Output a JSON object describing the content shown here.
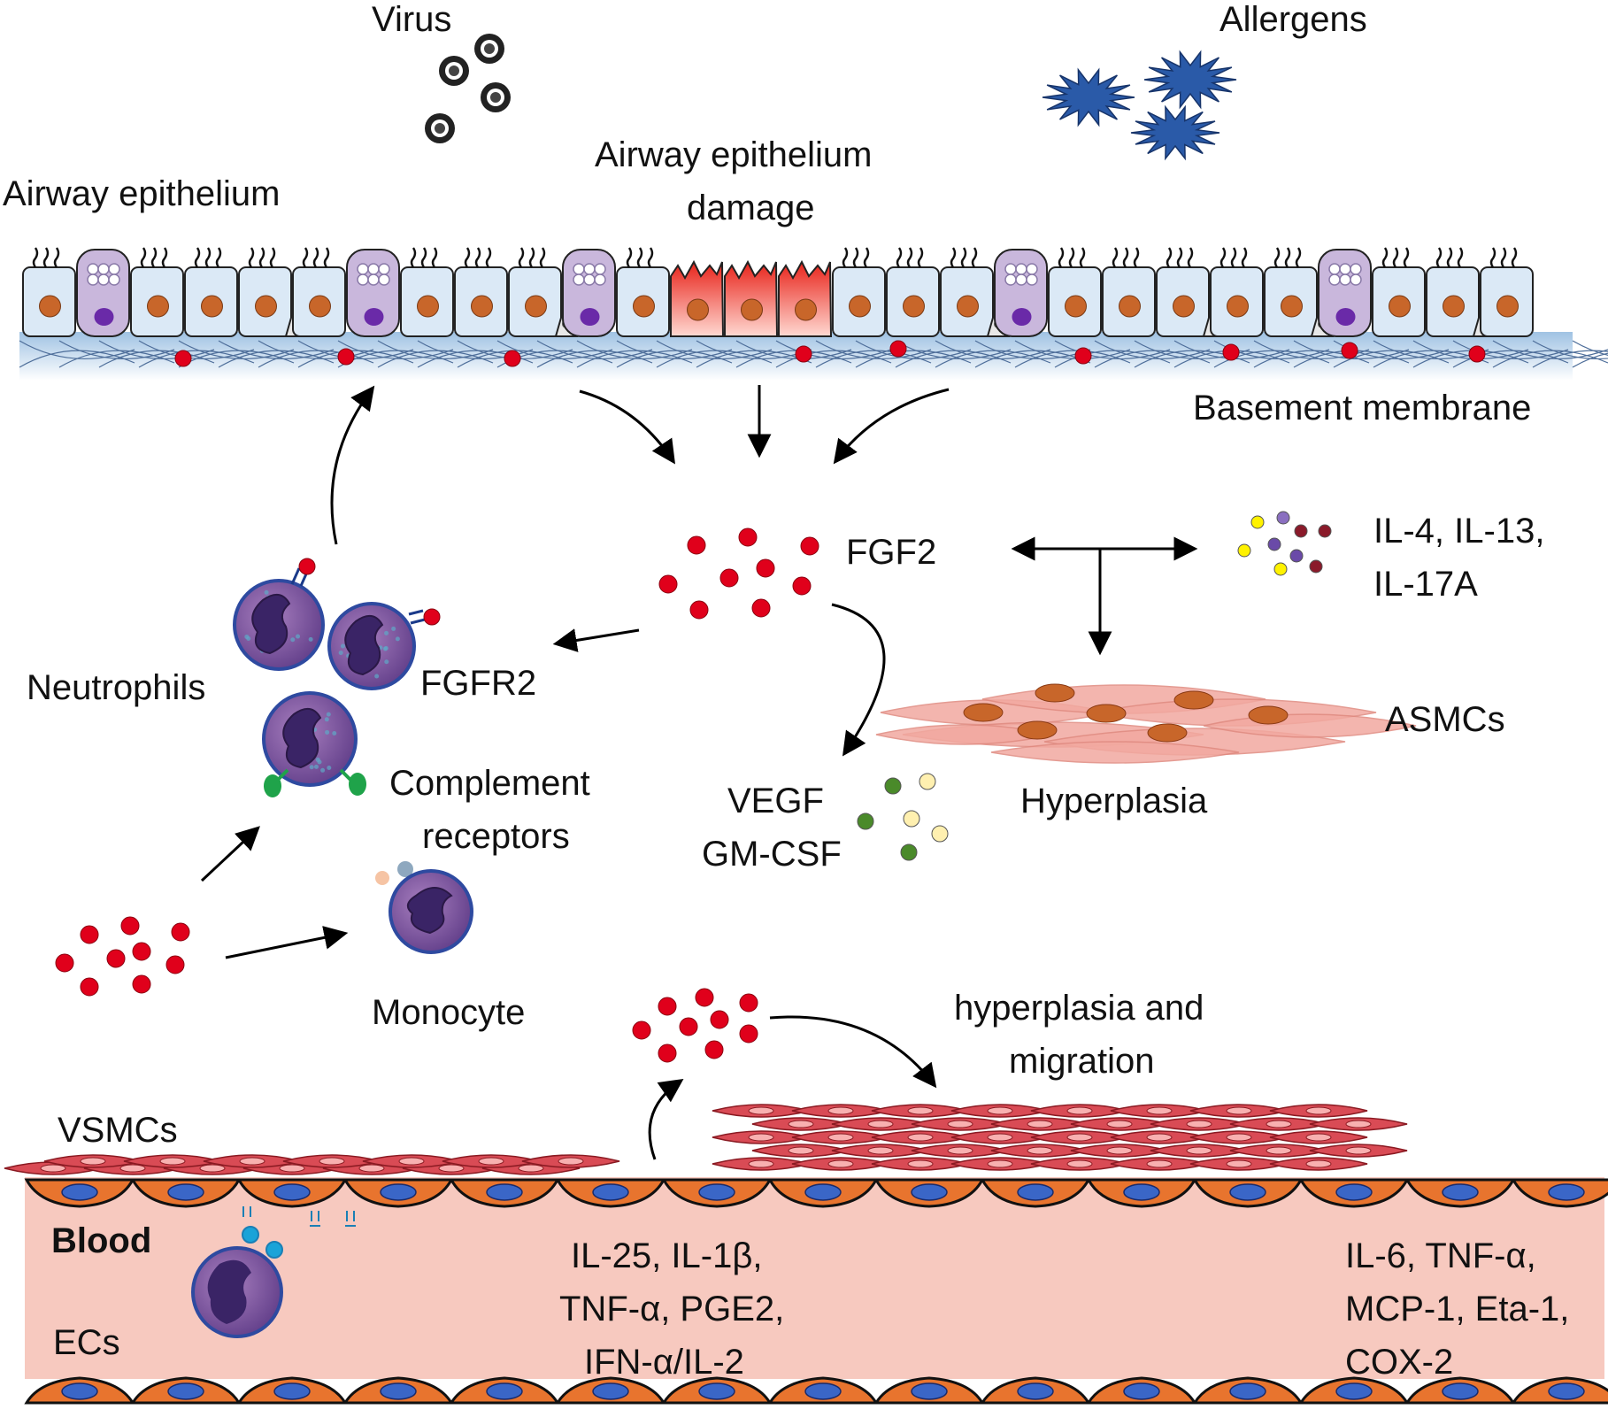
{
  "labels": {
    "virus": "Virus",
    "allergens": "Allergens",
    "airway_epithelium": "Airway epithelium",
    "airway_damage_1": "Airway epithelium",
    "airway_damage_2": "damage",
    "basement_membrane": "Basement membrane",
    "fgf2": "FGF2",
    "il_top_1": "IL-4, IL-13,",
    "il_top_2": "IL-17A",
    "neutrophils": "Neutrophils",
    "fgfr2": "FGFR2",
    "complement_1": "Complement",
    "complement_2": "receptors",
    "asmcs": "ASMCs",
    "hyperplasia": "Hyperplasia",
    "vegf": "VEGF",
    "gmcsf": "GM-CSF",
    "monocyte": "Monocyte",
    "hyper_mig_1": "hyperplasia and",
    "hyper_mig_2": "migration",
    "vsmcs": "VSMCs",
    "blood": "Blood",
    "ecs": "ECs",
    "il_mid_1": "IL-25, IL-1β,",
    "il_mid_2": "TNF-α, PGE2,",
    "il_mid_3": "IFN-α/IL-2",
    "il_right_1": "IL-6, TNF-α,",
    "il_right_2": "MCP-1, Eta-1,",
    "il_right_3": "COX-2"
  },
  "colors": {
    "fgf2_dot": "#e0001b",
    "epithelium_fill": "#dbe9f6",
    "damaged_cell": "#f06a5a",
    "nucleus": "#c8662a",
    "goblet": "#c9b7dc",
    "basement": "#b8d3ea",
    "neutrophil": "#7e4f9a",
    "asmc": "#f2a9a0",
    "vsmc": "#d94b55",
    "endothelial": "#e8742e",
    "ec_nucleus": "#3a66c7",
    "blood": "#f7c9bf",
    "allergen": "#2a5aa8"
  }
}
